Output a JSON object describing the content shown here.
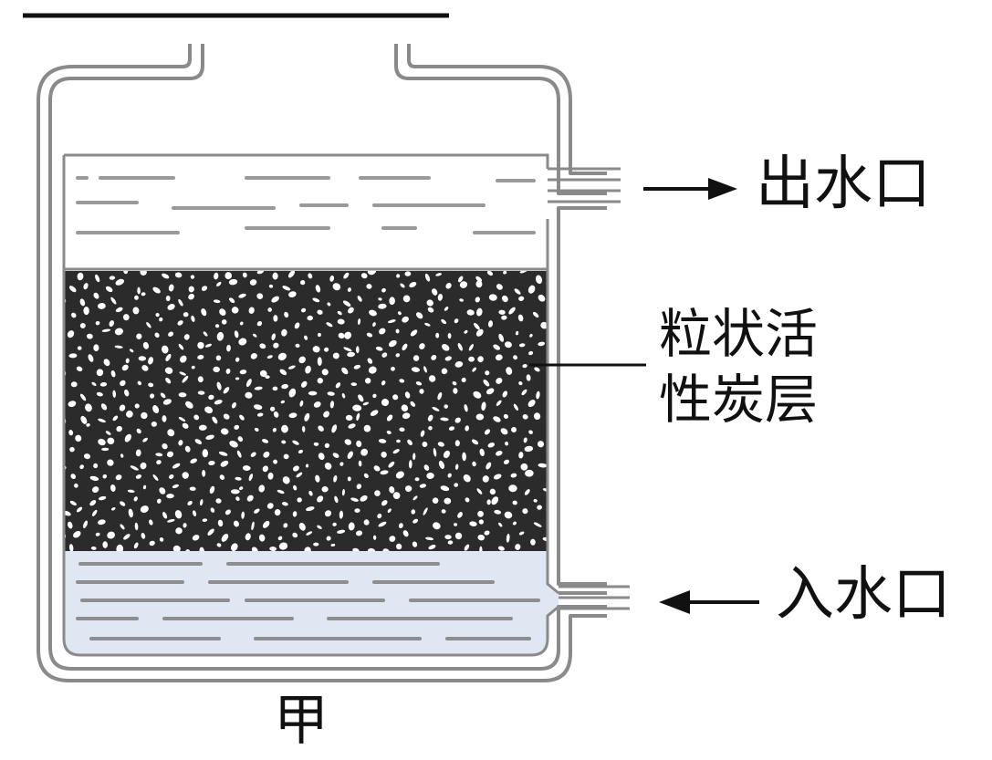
{
  "labels": {
    "outlet": "出水口",
    "carbon_layer": "粒状活\n性炭层",
    "inlet": "入水口",
    "caption": "甲"
  },
  "colors": {
    "stroke": "#8a8a8a",
    "carbon": "#2b2b2b",
    "water_bottom": "#dfe7f3",
    "dash": "#9a9a9a",
    "text": "#111111"
  }
}
